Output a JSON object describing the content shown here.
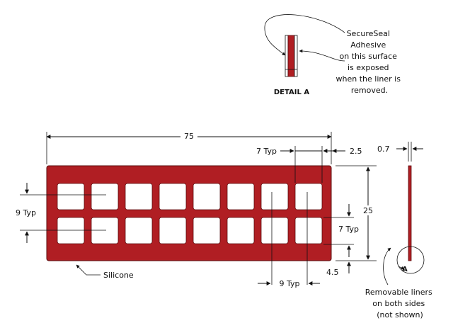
{
  "detail_a": {
    "title": "DETAIL A",
    "callout_lines": [
      "SecureSeal",
      "Adhesive",
      "on this surface",
      "is exposed",
      "when the liner is",
      "removed."
    ]
  },
  "dimensions": {
    "overall_width": "75",
    "pocket_width": "7 Typ",
    "edge_margin": "2.5",
    "thickness": "0.7",
    "pocket_pitch_vertical": "9 Typ",
    "overall_height": "25",
    "pocket_height": "7 Typ",
    "bottom_margin": "4.5",
    "pocket_pitch_horizontal": "9 Typ"
  },
  "labels": {
    "material": "Silicone",
    "liners": [
      "Removable liners",
      "on both sides",
      "(not shown)"
    ],
    "detail_marker": "A"
  },
  "colors": {
    "part_fill": "#B01E23",
    "part_stroke": "#5a0c0e",
    "line": "#111111"
  },
  "grid": {
    "rows": 2,
    "columns": 8
  }
}
